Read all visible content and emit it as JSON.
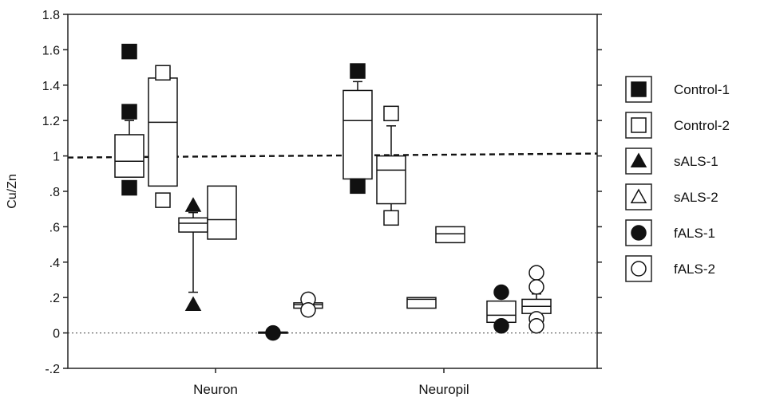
{
  "chart_data": {
    "type": "box",
    "title": "",
    "xlabel": "",
    "ylabel": "Cu/Zn",
    "ylim": [
      -0.2,
      1.8
    ],
    "yticks": [
      {
        "value": 1.8,
        "label": "1.8"
      },
      {
        "value": 1.6,
        "label": "1.6"
      },
      {
        "value": 1.4,
        "label": "1.4"
      },
      {
        "value": 1.2,
        "label": "1.2"
      },
      {
        "value": 1.0,
        "label": "1"
      },
      {
        "value": 0.8,
        "label": ".8"
      },
      {
        "value": 0.6,
        "label": ".6"
      },
      {
        "value": 0.4,
        "label": ".4"
      },
      {
        "value": 0.2,
        "label": ".2"
      },
      {
        "value": 0.0,
        "label": "0"
      },
      {
        "value": -0.2,
        "label": "-.2"
      }
    ],
    "categories": [
      "Neuron",
      "Neuropil"
    ],
    "reference_lines": [
      {
        "y": 1.0,
        "style": "dashed-bold"
      },
      {
        "y": 0.0,
        "style": "dotted"
      }
    ],
    "grid": false,
    "legend_position": "right",
    "series": [
      {
        "name": "Control-1",
        "marker": "filled-square",
        "boxes": [
          {
            "category": "Neuron",
            "whisker_low": null,
            "q1": 0.88,
            "median": 0.97,
            "q3": 1.12,
            "whisker_high": 1.2,
            "outliers": [
              1.59,
              1.25,
              0.82
            ]
          },
          {
            "category": "Neuropil",
            "whisker_low": null,
            "q1": 0.87,
            "median": 1.2,
            "q3": 1.37,
            "whisker_high": 1.42,
            "outliers": [
              1.48,
              0.83
            ]
          }
        ]
      },
      {
        "name": "Control-2",
        "marker": "open-square",
        "boxes": [
          {
            "category": "Neuron",
            "whisker_low": null,
            "q1": 0.83,
            "median": 1.19,
            "q3": 1.44,
            "whisker_high": null,
            "outliers": [
              1.47,
              0.75
            ]
          },
          {
            "category": "Neuropil",
            "whisker_low": 0.67,
            "q1": 0.73,
            "median": 0.92,
            "q3": 1.0,
            "whisker_high": 1.17,
            "outliers": [
              1.24,
              0.65
            ]
          }
        ]
      },
      {
        "name": "sALS-1",
        "marker": "filled-triangle",
        "boxes": [
          {
            "category": "Neuron",
            "whisker_low": 0.23,
            "q1": 0.57,
            "median": 0.62,
            "q3": 0.65,
            "whisker_high": 0.68,
            "outliers": [
              0.72,
              0.16
            ]
          },
          {
            "category": "Neuropil",
            "whisker_low": null,
            "q1": 0.14,
            "median": 0.19,
            "q3": 0.2,
            "whisker_high": null,
            "outliers": []
          }
        ]
      },
      {
        "name": "sALS-2",
        "marker": "open-triangle",
        "boxes": [
          {
            "category": "Neuron",
            "whisker_low": null,
            "q1": 0.53,
            "median": 0.64,
            "q3": 0.83,
            "whisker_high": null,
            "outliers": []
          },
          {
            "category": "Neuropil",
            "whisker_low": null,
            "q1": 0.51,
            "median": 0.56,
            "q3": 0.6,
            "whisker_high": null,
            "outliers": []
          }
        ]
      },
      {
        "name": "fALS-1",
        "marker": "filled-circle",
        "boxes": [
          {
            "category": "Neuron",
            "whisker_low": null,
            "q1": 0.0,
            "median": 0.0,
            "q3": 0.005,
            "whisker_high": null,
            "outliers": [
              0.0
            ]
          },
          {
            "category": "Neuropil",
            "whisker_low": null,
            "q1": 0.06,
            "median": 0.1,
            "q3": 0.18,
            "whisker_high": null,
            "outliers": [
              0.23,
              0.04
            ]
          }
        ]
      },
      {
        "name": "fALS-2",
        "marker": "open-circle",
        "boxes": [
          {
            "category": "Neuron",
            "whisker_low": null,
            "q1": 0.14,
            "median": 0.16,
            "q3": 0.17,
            "whisker_high": null,
            "outliers": [
              0.19,
              0.13
            ]
          },
          {
            "category": "Neuropil",
            "whisker_low": 0.09,
            "q1": 0.11,
            "median": 0.15,
            "q3": 0.19,
            "whisker_high": 0.22,
            "outliers": [
              0.34,
              0.26,
              0.08,
              0.04
            ]
          }
        ]
      }
    ]
  }
}
